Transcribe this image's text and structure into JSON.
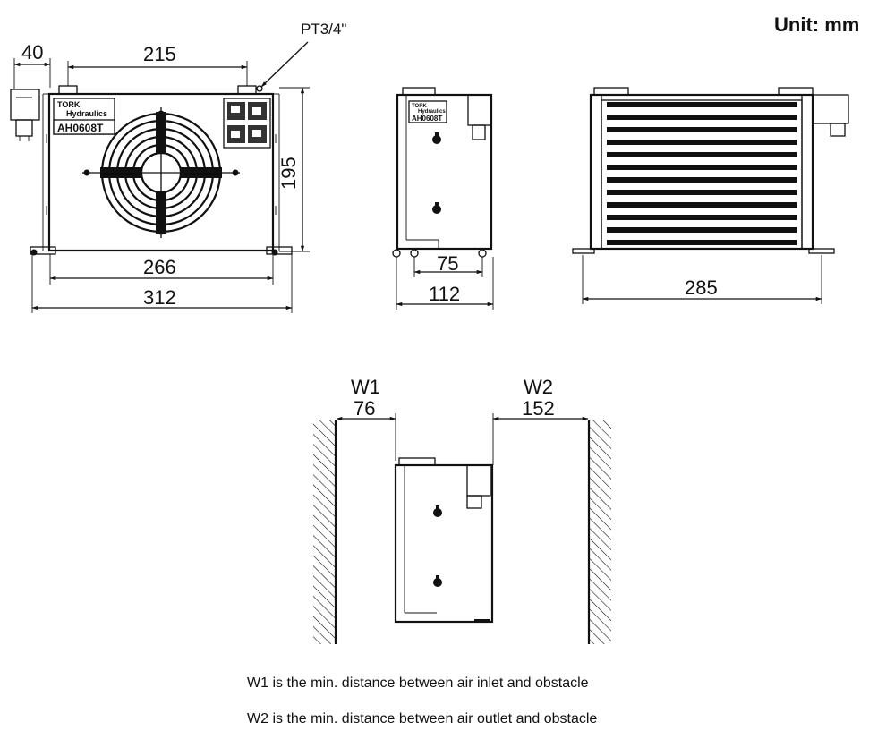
{
  "unit_label": "Unit: mm",
  "port_label": "PT3/4\"",
  "front_view": {
    "brand_line1": "TORK",
    "brand_line2": "Hydraulics",
    "model": "AH0608T",
    "dim_port_offset": "40",
    "dim_port_spacing": "215",
    "dim_height": "195",
    "dim_mount_spacing": "266",
    "dim_overall_width": "312"
  },
  "side_view": {
    "brand_line1": "TORK",
    "brand_line2": "Hydraulics",
    "model": "AH0608T",
    "dim_mount_spacing": "75",
    "dim_depth": "112"
  },
  "rear_view": {
    "dim_core_width": "285"
  },
  "clearance": {
    "w1_label": "W1",
    "w1_value": "76",
    "w2_label": "W2",
    "w2_value": "152"
  },
  "notes": [
    "W1 is the min. distance between air inlet and obstacle",
    "W2 is the min. distance between air outlet and obstacle"
  ]
}
